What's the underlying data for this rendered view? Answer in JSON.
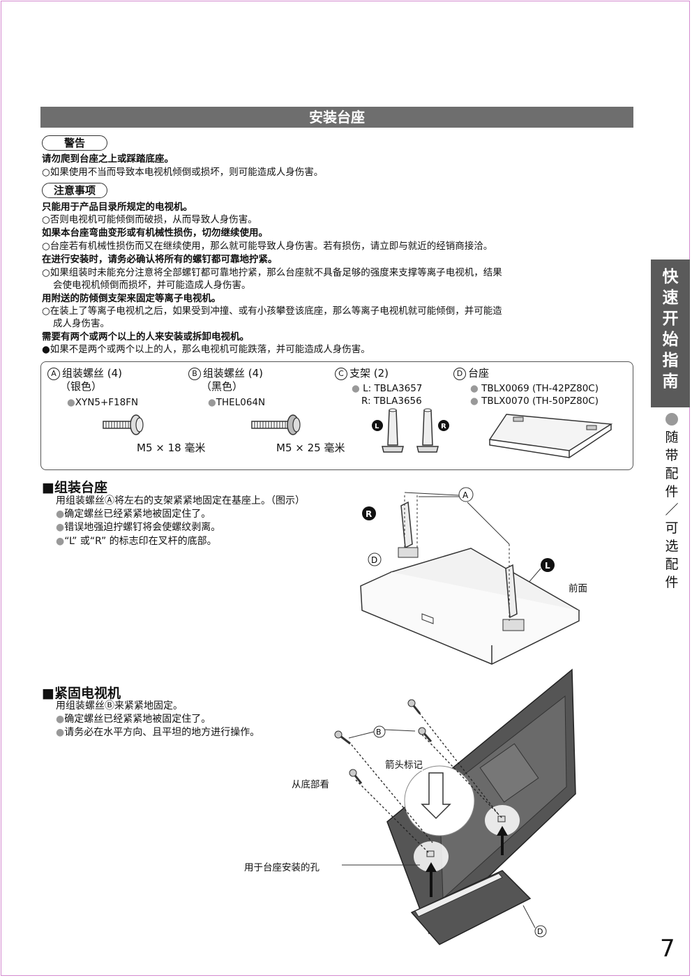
{
  "title": "安装台座",
  "warning": {
    "pill": "警告",
    "lines": [
      "请勿爬到台座之上或踩踏底座。",
      "○如果使用不当而导致本电视机倾倒或损坏，则可能造成人身伤害。"
    ]
  },
  "caution": {
    "pill": "注意事项",
    "lines": [
      "只能用于产品目录所规定的电视机。",
      "○否则电视机可能倾倒而破损，从而导致人身伤害。",
      "如果本台座弯曲变形或有机械性损伤，切勿继续使用。",
      "○台座若有机械性损伤而又在继续使用，那么就可能导致人身伤害。若有损伤，请立即与就近的经销商接洽。",
      "在进行安装时，请务必确认将所有的螺钉都可靠地拧紧。",
      "○如果组装时未能充分注意将全部螺钉都可靠地拧紧，那么台座就不具备足够的强度来支撑等离子电视机，结果",
      "会使电视机倾倒而损坏，并可能造成人身伤害。",
      "用附送的防倾倒支架来固定等离子电视机。",
      "○在装上了等离子电视机之后，如果受到冲撞、或有小孩攀登该底座，那么等离子电视机就可能倾倒，并可能造",
      "成人身伤害。",
      "需要有两个或两个以上的人来安装或拆卸电视机。",
      "●如果不是两个或两个以上的人，那么电视机可能跌落，并可能造成人身伤害。"
    ]
  },
  "parts": {
    "a": {
      "mark": "A",
      "name": "组装螺丝 (4)",
      "sub": "（银色）",
      "code": "XYN5+F18FN",
      "size": "M5 × 18 毫米"
    },
    "b": {
      "mark": "B",
      "name": "组装螺丝 (4)",
      "sub": "（黑色）",
      "code": "THEL064N",
      "size": "M5 × 25 毫米"
    },
    "c": {
      "mark": "C",
      "name": "支架 (2)",
      "l": "L: TBLA3657",
      "r": "R: TBLA3656"
    },
    "d": {
      "mark": "D",
      "name": "台座",
      "m1": "TBLX0069 (TH-42PZ80C)",
      "m2": "TBLX0070 (TH-50PZ80C)"
    }
  },
  "assemble": {
    "heading": "■组装台座",
    "intro": "用组装螺丝Ⓐ将左右的支架紧紧地固定在基座上。（图示）",
    "b1": "确定螺丝已经紧紧地被固定住了。",
    "b2": "错误地强迫拧螺钉将会使螺纹剥离。",
    "b3": "“L” 或“R” 的标志印在叉杆的底部。",
    "front": "前面"
  },
  "fix": {
    "heading": "■紧固电视机",
    "intro": "用组装螺丝Ⓑ来紧紧地固定。",
    "b1": "确定螺丝已经紧紧地被固定住了。",
    "b2": "请务必在水平方向、且平坦的地方进行操作。",
    "arrow_mark": "箭头标记",
    "bottom_view": "从底部看",
    "hole": "用于台座安装的孔"
  },
  "side_tab": "快速开始指南",
  "side_text": "随带配件／可选配件",
  "page_number": "7"
}
